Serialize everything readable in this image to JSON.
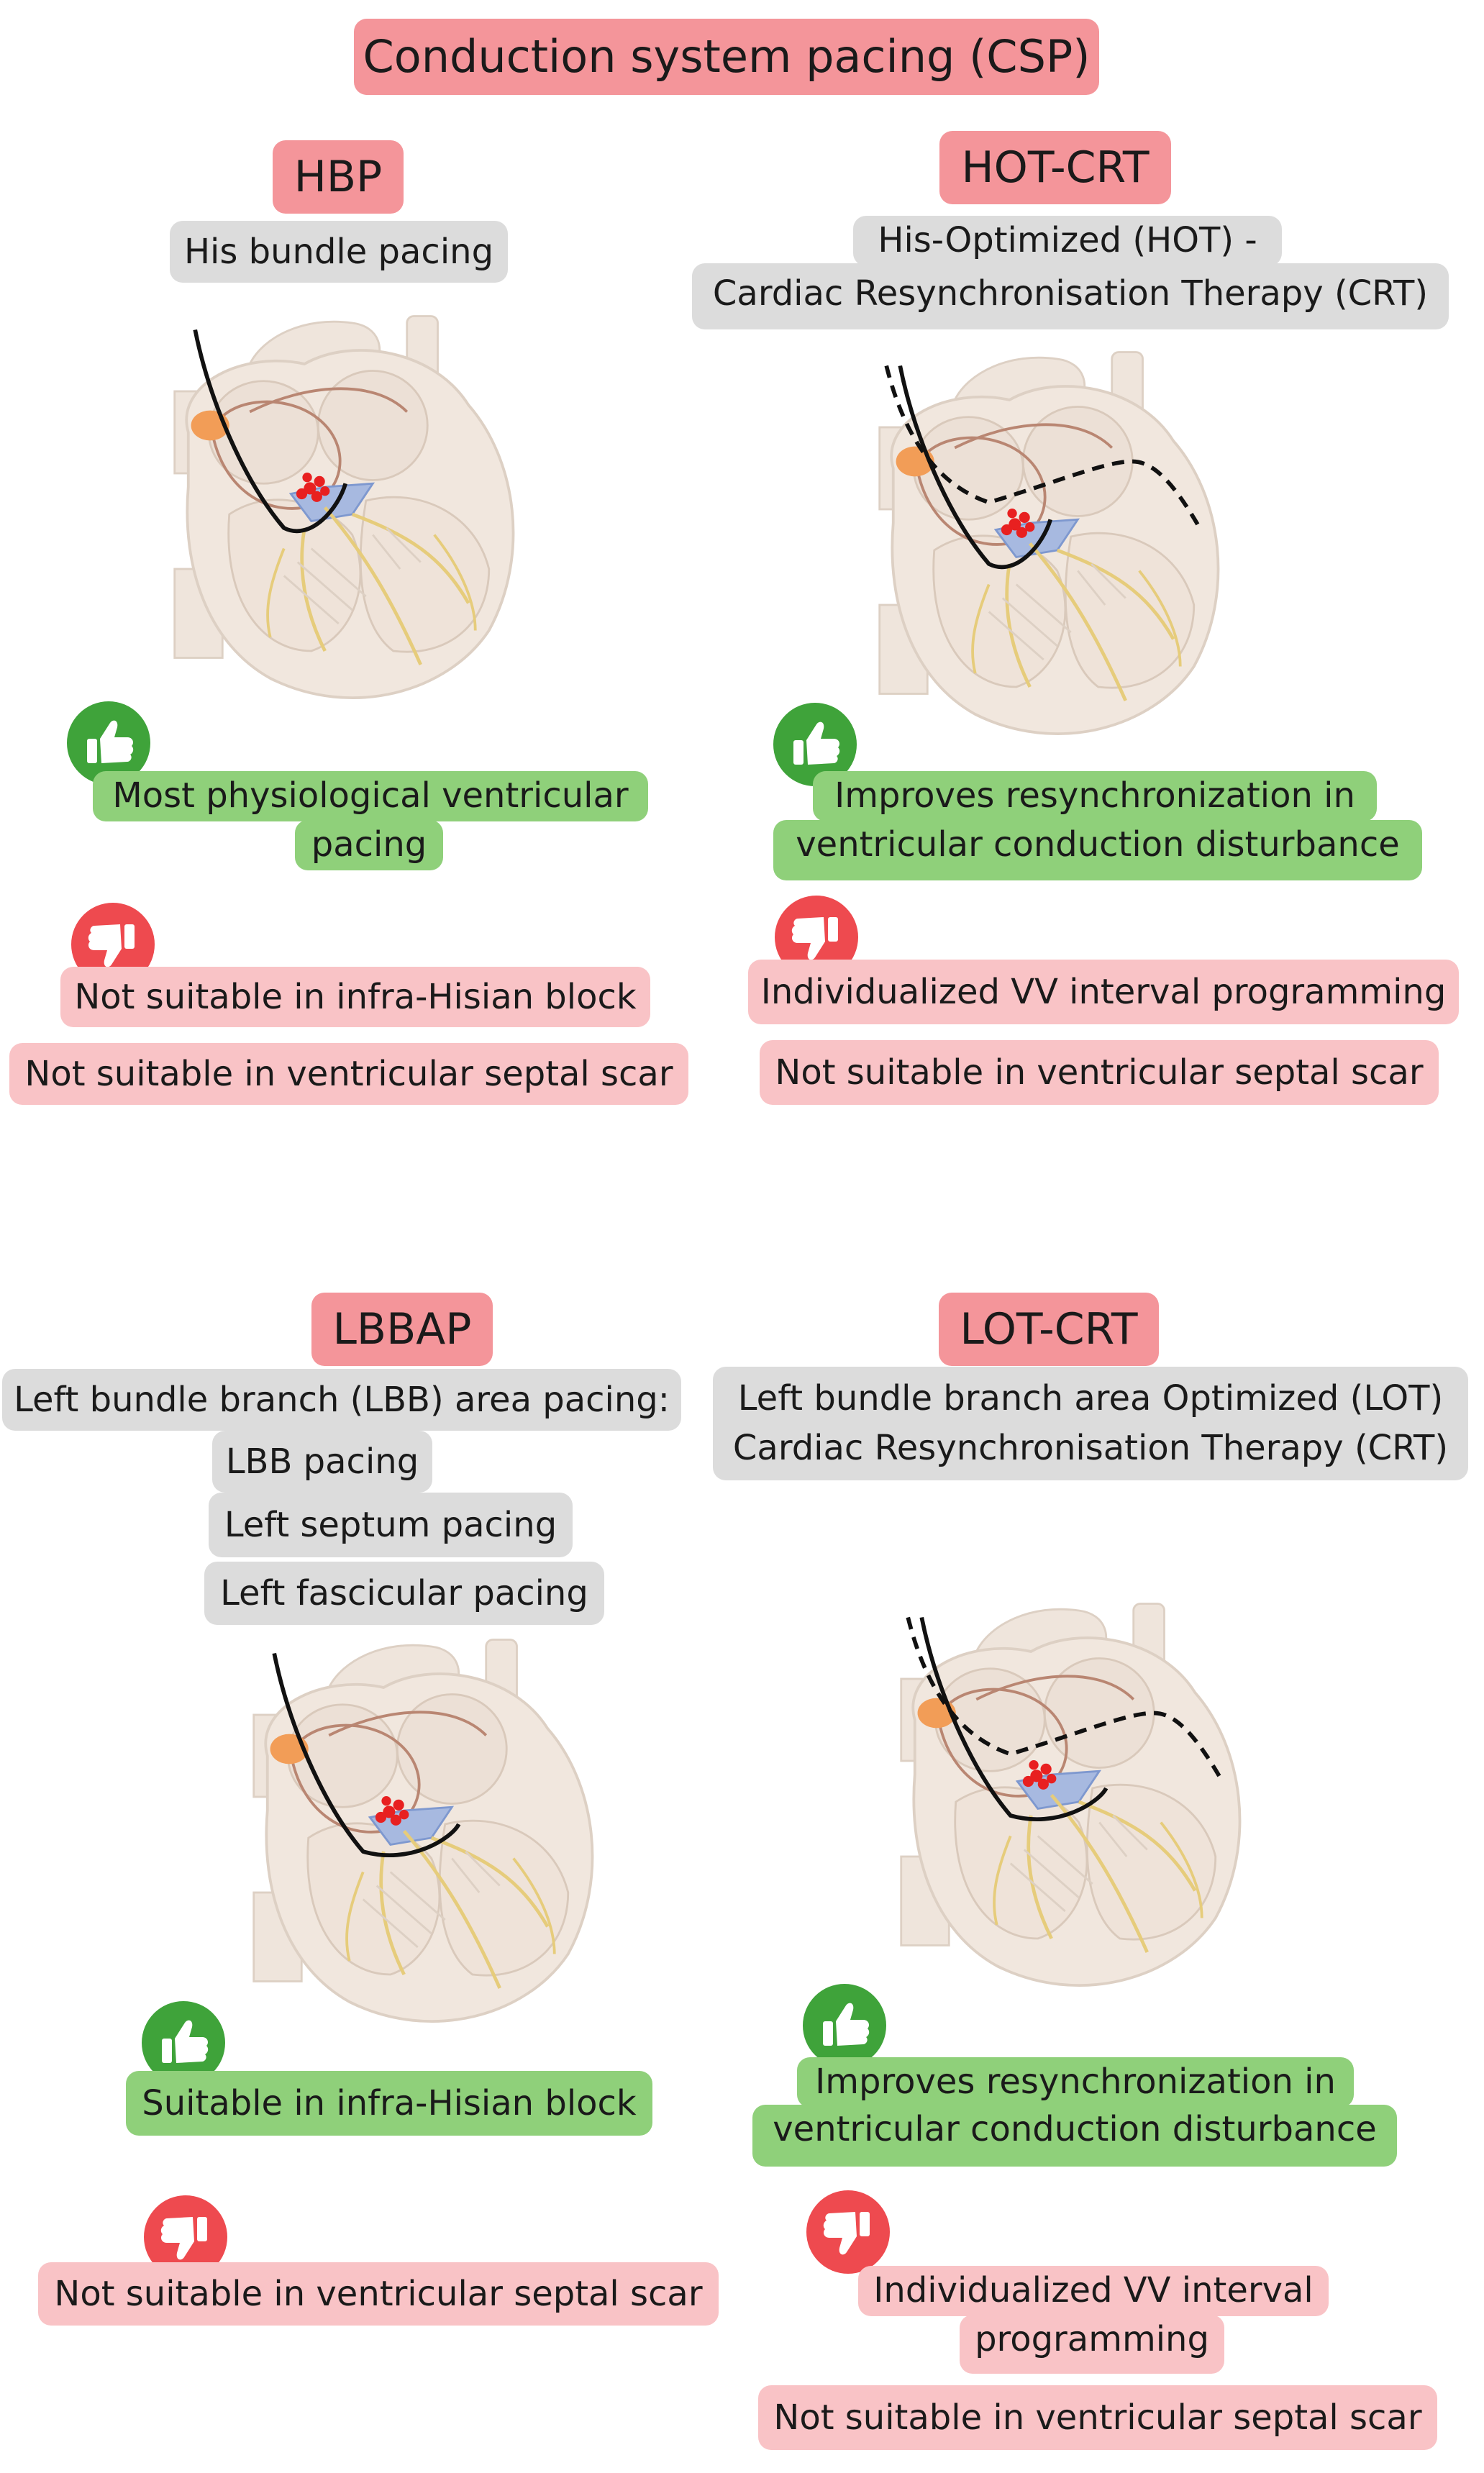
{
  "title": "Conduction system pacing (CSP)",
  "panels": {
    "hbp": {
      "header": "HBP",
      "subtitle": "His bundle pacing",
      "pro": [
        "Most physiological ventricular",
        "pacing"
      ],
      "cons": [
        "Not suitable in infra-Hisian block",
        "Not suitable in ventricular septal scar"
      ]
    },
    "hot_crt": {
      "header": "HOT-CRT",
      "subtitle": [
        "His-Optimized (HOT) -",
        "Cardiac Resynchronisation Therapy (CRT)"
      ],
      "pro": [
        "Improves resynchronization in",
        "ventricular conduction disturbance"
      ],
      "cons": [
        "Individualized VV interval programming",
        "Not suitable in ventricular septal scar"
      ]
    },
    "lbbap": {
      "header": "LBBAP",
      "subtitle": "Left bundle branch (LBB) area pacing:",
      "subtypes": [
        "LBB pacing",
        "Left septum pacing",
        "Left fascicular pacing"
      ],
      "pro": "Suitable in infra-Hisian block",
      "cons": [
        "Not suitable in ventricular septal scar"
      ]
    },
    "lot_crt": {
      "header": "LOT-CRT",
      "subtitle": [
        "Left bundle branch area Optimized (LOT)",
        "Cardiac Resynchronisation Therapy (CRT)"
      ],
      "pro": [
        "Improves resynchronization in",
        "ventricular conduction disturbance"
      ],
      "cons": [
        "Individualized VV interval",
        "programming",
        "Not suitable in ventricular septal scar"
      ]
    }
  },
  "icons": {
    "pro": "thumbs-up-icon",
    "con": "thumbs-down-icon"
  },
  "colors": {
    "title_bg": "#f4959a",
    "subtitle_bg": "#dcdcdc",
    "pro_bg": "#8fd07a",
    "con_bg": "#f9c3c6",
    "thumbs_up": "#3fa33a",
    "thumbs_down": "#ee4a4f"
  }
}
